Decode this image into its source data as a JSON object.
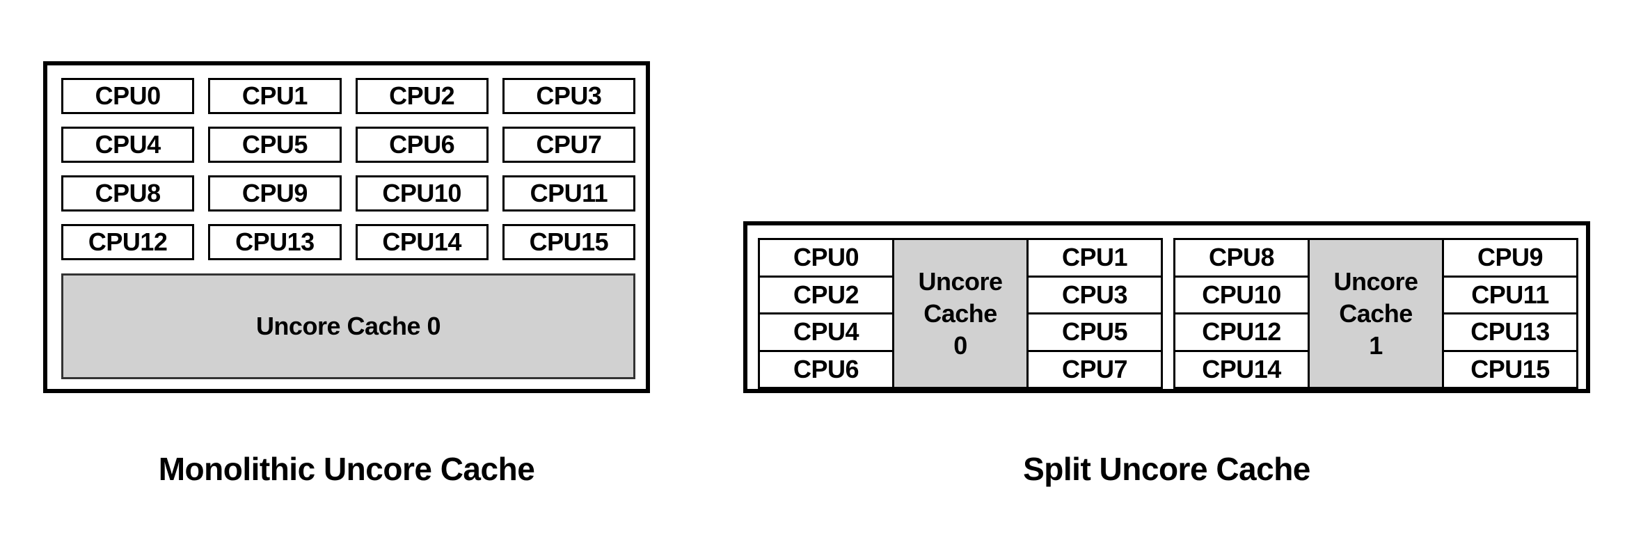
{
  "colors": {
    "background": "#ffffff",
    "border": "#000000",
    "cpu_fill": "#ffffff",
    "cache_fill": "#d1d1d1",
    "cache_border": "#333333",
    "text": "#000000"
  },
  "monolithic": {
    "caption": "Monolithic Uncore Cache",
    "cpus": [
      "CPU0",
      "CPU1",
      "CPU2",
      "CPU3",
      "CPU4",
      "CPU5",
      "CPU6",
      "CPU7",
      "CPU8",
      "CPU9",
      "CPU10",
      "CPU11",
      "CPU12",
      "CPU13",
      "CPU14",
      "CPU15"
    ],
    "cache_label": "Uncore Cache 0"
  },
  "split": {
    "caption": "Split Uncore Cache",
    "clusters": [
      {
        "left_cpus": [
          "CPU0",
          "CPU2",
          "CPU4",
          "CPU6"
        ],
        "cache_lines": [
          "Uncore",
          "Cache",
          "0"
        ],
        "right_cpus": [
          "CPU1",
          "CPU3",
          "CPU5",
          "CPU7"
        ]
      },
      {
        "left_cpus": [
          "CPU8",
          "CPU10",
          "CPU12",
          "CPU14"
        ],
        "cache_lines": [
          "Uncore",
          "Cache",
          "1"
        ],
        "right_cpus": [
          "CPU9",
          "CPU11",
          "CPU13",
          "CPU15"
        ]
      }
    ]
  }
}
